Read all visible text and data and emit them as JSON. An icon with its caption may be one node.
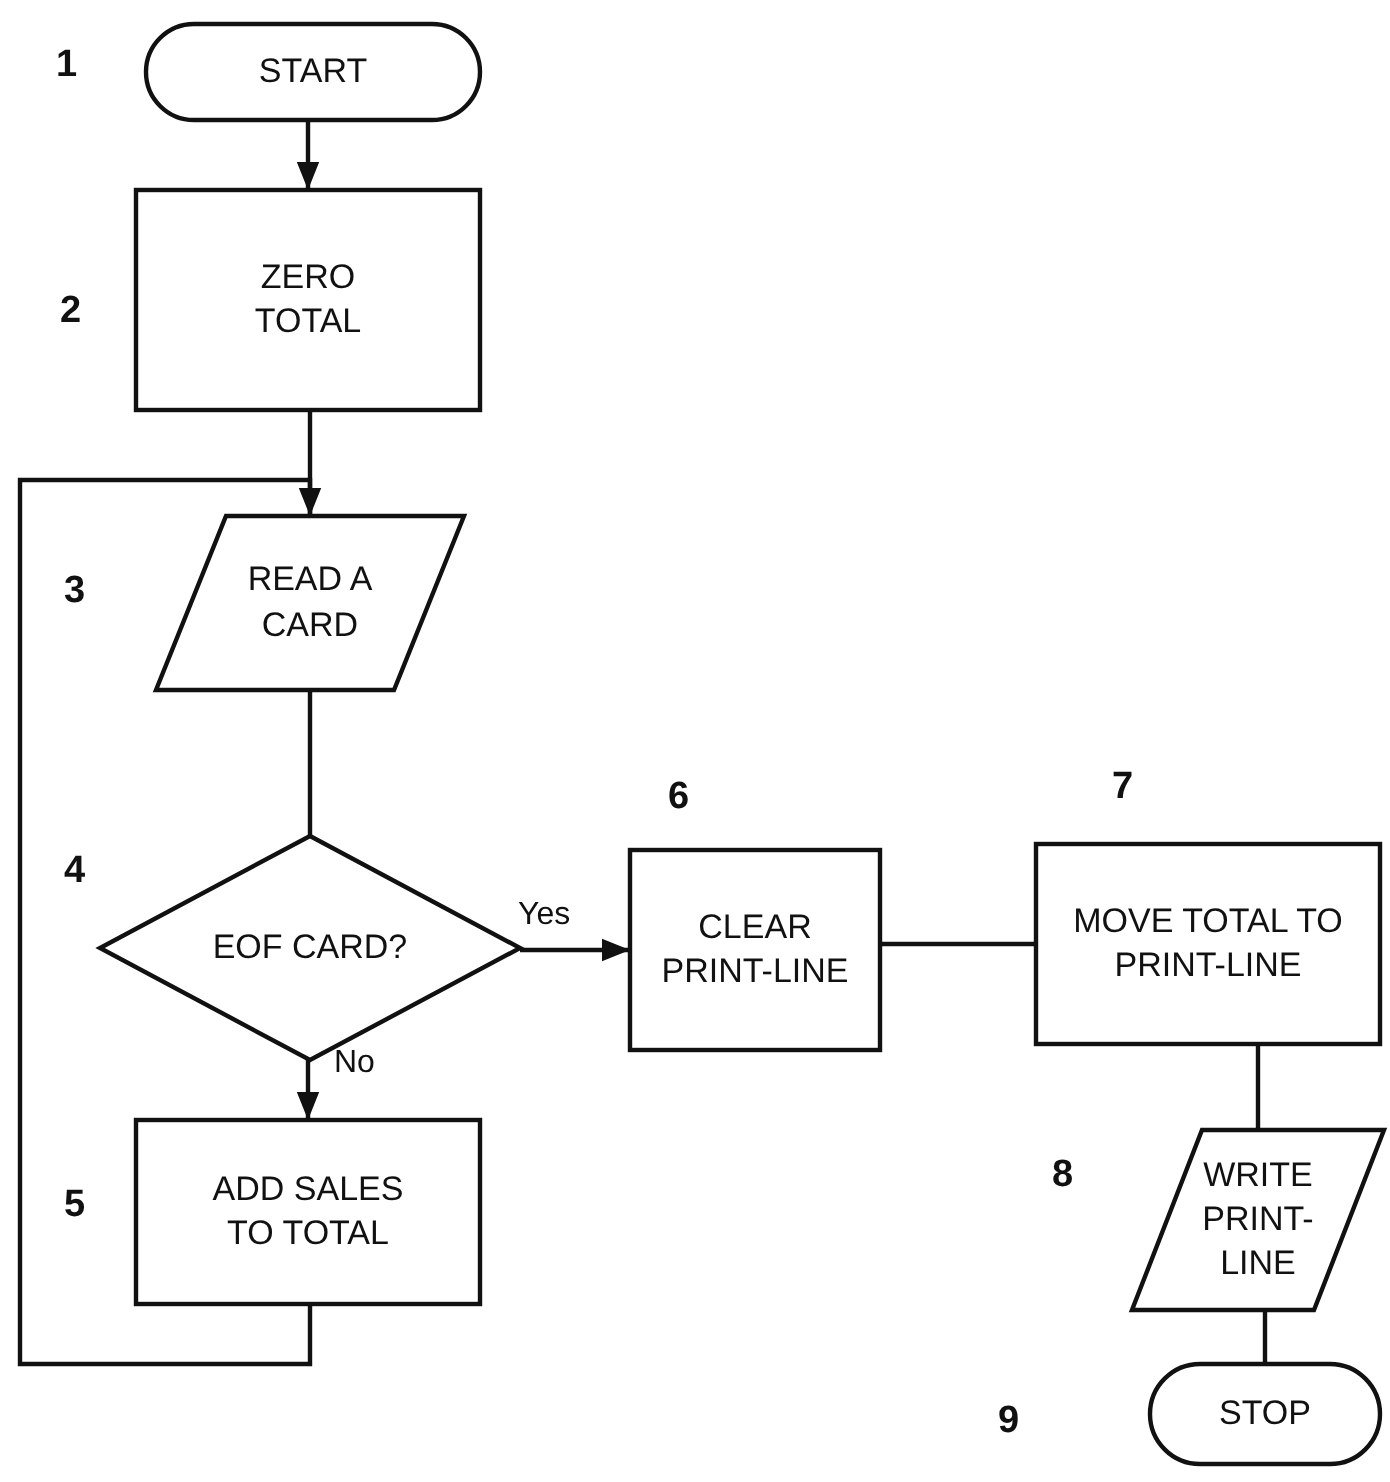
{
  "diagram": {
    "nodes": [
      {
        "text": [
          "START"
        ],
        "beside": [
          "1"
        ]
      },
      {
        "text": [
          "ZERO TOTAL"
        ],
        "beside": [
          "2"
        ]
      },
      {
        "text": [
          "READ A CARD"
        ],
        "beside": [
          "3"
        ]
      },
      {
        "text": [
          "EOF CARD?"
        ],
        "beside": [
          "4"
        ]
      },
      {
        "text": [
          "ADD SALES TO TOTAL"
        ],
        "beside": [
          "5"
        ]
      },
      {
        "text": [
          "CLEAR PRINT-LINE"
        ],
        "beside": [
          "6"
        ]
      },
      {
        "text": [
          "MOVE TOTAL TO PRINT-LINE"
        ],
        "beside": [
          "7"
        ]
      },
      {
        "text": [
          "WRITE PRINT- LINE"
        ],
        "beside": [
          "8"
        ]
      },
      {
        "text": [
          "STOP"
        ],
        "beside": [
          "9"
        ]
      }
    ],
    "edges": [
      {
        "from": 0,
        "to": 1,
        "arrow": "to"
      },
      {
        "from": 1,
        "to": 2,
        "arrow": "none"
      },
      {
        "from": 2,
        "to": 3,
        "arrow": "none"
      },
      {
        "from": 3,
        "to": 5,
        "arrow": "to",
        "label": "Yes"
      },
      {
        "from": 3,
        "to": 4,
        "arrow": "to",
        "label": "No"
      },
      {
        "from": 4,
        "to": 2,
        "arrow": "to"
      },
      {
        "from": 5,
        "to": 6,
        "arrow": "none"
      },
      {
        "from": 6,
        "to": 7,
        "arrow": "none"
      },
      {
        "from": 7,
        "to": 8,
        "arrow": "none"
      }
    ]
  }
}
